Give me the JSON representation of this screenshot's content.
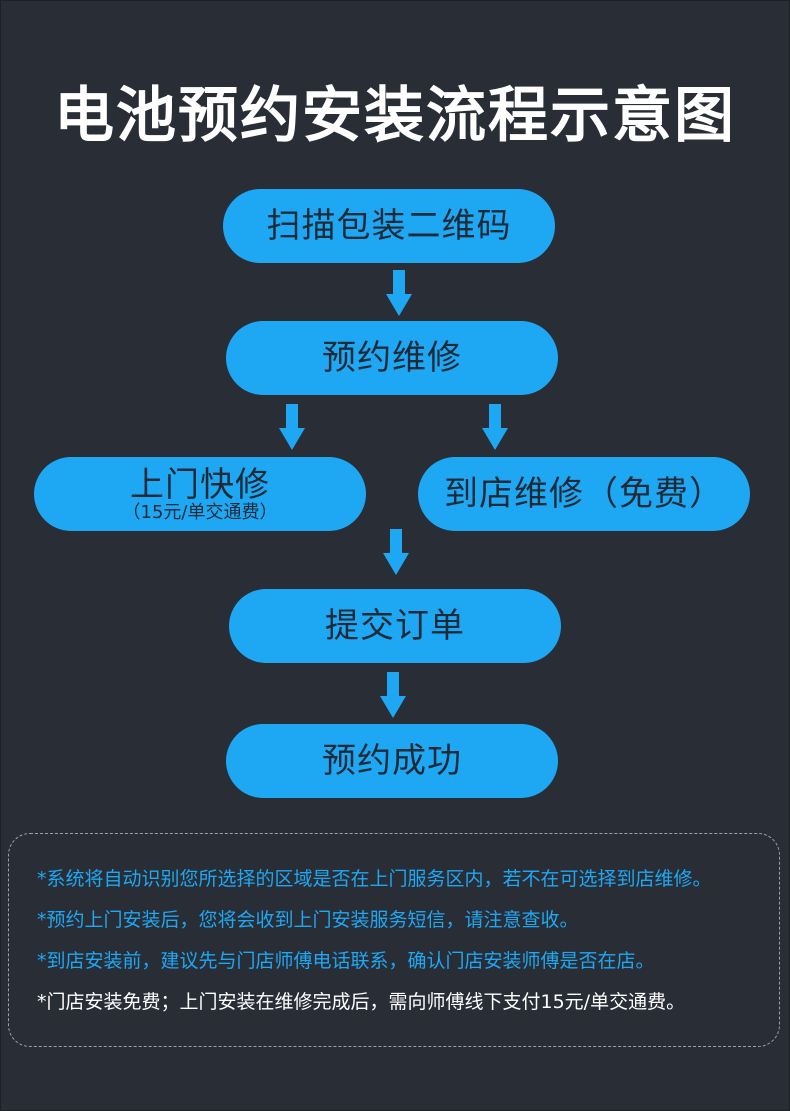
{
  "title": "电池预约安装流程示意图",
  "steps": {
    "scan": "扫描包装二维码",
    "book": "预约维修",
    "home_service": "上门快修",
    "home_service_fee": "（15元/单交通费）",
    "store_service": "到店维修（免费）",
    "submit": "提交订单",
    "success": "预约成功"
  },
  "notes": [
    "*系统将自动识别您所选择的区域是否在上门服务区内，若不在可选择到店维修。",
    "*预约上门安装后，您将会收到上门安装服务短信，请注意查收。",
    "*到店安装前，建议先与门店师傅电话联系，确认门店安装师傅是否在店。",
    "*门店安装免费；上门安装在维修完成后，需向师傅线下支付15元/单交通费。"
  ],
  "colors": {
    "background": "#282d36",
    "accent": "#1ea8f4",
    "pill_text": "#1d2a38",
    "note_highlight": "#1ea8f4",
    "note_plain": "#ffffff"
  }
}
